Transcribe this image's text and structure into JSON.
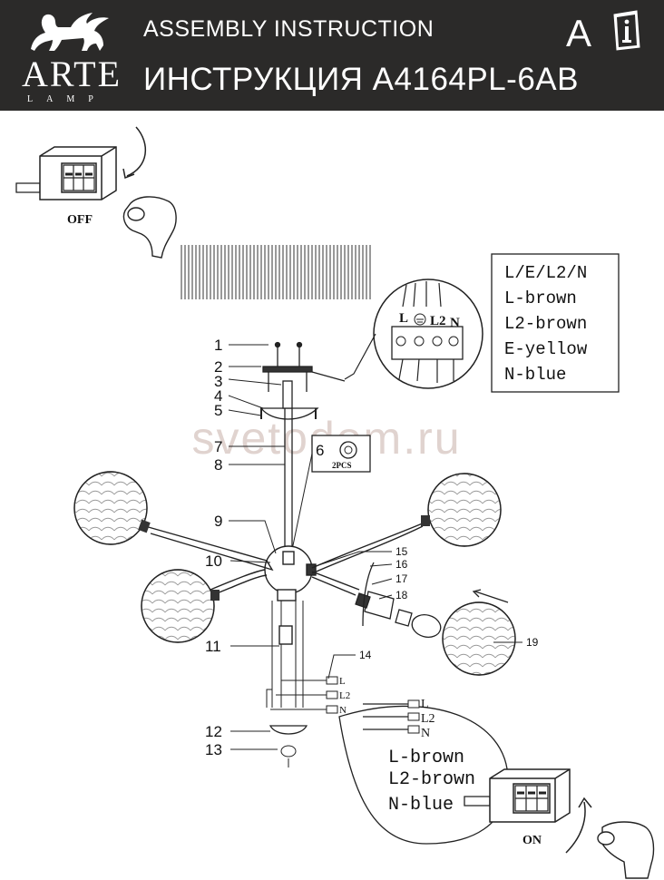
{
  "header": {
    "brand_name": "ARTE",
    "brand_sub": "LAMP",
    "title_en": "ASSEMBLY INSTRUCTION",
    "title_ru": "ИНСТРУКЦИЯ A4164PL-6AB",
    "language_letter": "A",
    "background_color": "#2b2a29"
  },
  "switch_off": {
    "label": "OFF"
  },
  "switch_on": {
    "label": "ON"
  },
  "legend": {
    "lines": [
      "L/E/L2/N",
      "L-brown",
      "L2-brown",
      "E-yellow",
      "N-blue"
    ]
  },
  "terminal": {
    "labels": [
      "L",
      "L2",
      "N"
    ]
  },
  "part_numbers": [
    "1",
    "2",
    "3",
    "4",
    "5",
    "6",
    "7",
    "8",
    "9",
    "10",
    "11",
    "12",
    "13",
    "14",
    "15",
    "16",
    "17",
    "18",
    "19"
  ],
  "part6_note": "2PCS",
  "wire_labels": [
    "L",
    "L2",
    "N"
  ],
  "wire_zoom": {
    "labels": [
      "L",
      "L2",
      "N"
    ],
    "legend_lines": [
      "L-brown",
      "L2-brown",
      "N-blue"
    ]
  },
  "watermark": "svetodom.ru",
  "icons": [
    "griffin-logo-icon",
    "instruction-book-icon",
    "wall-switch-icon",
    "hand-icon",
    "curved-arrow-icon",
    "light-bulb-icon",
    "glass-shade-icon"
  ]
}
